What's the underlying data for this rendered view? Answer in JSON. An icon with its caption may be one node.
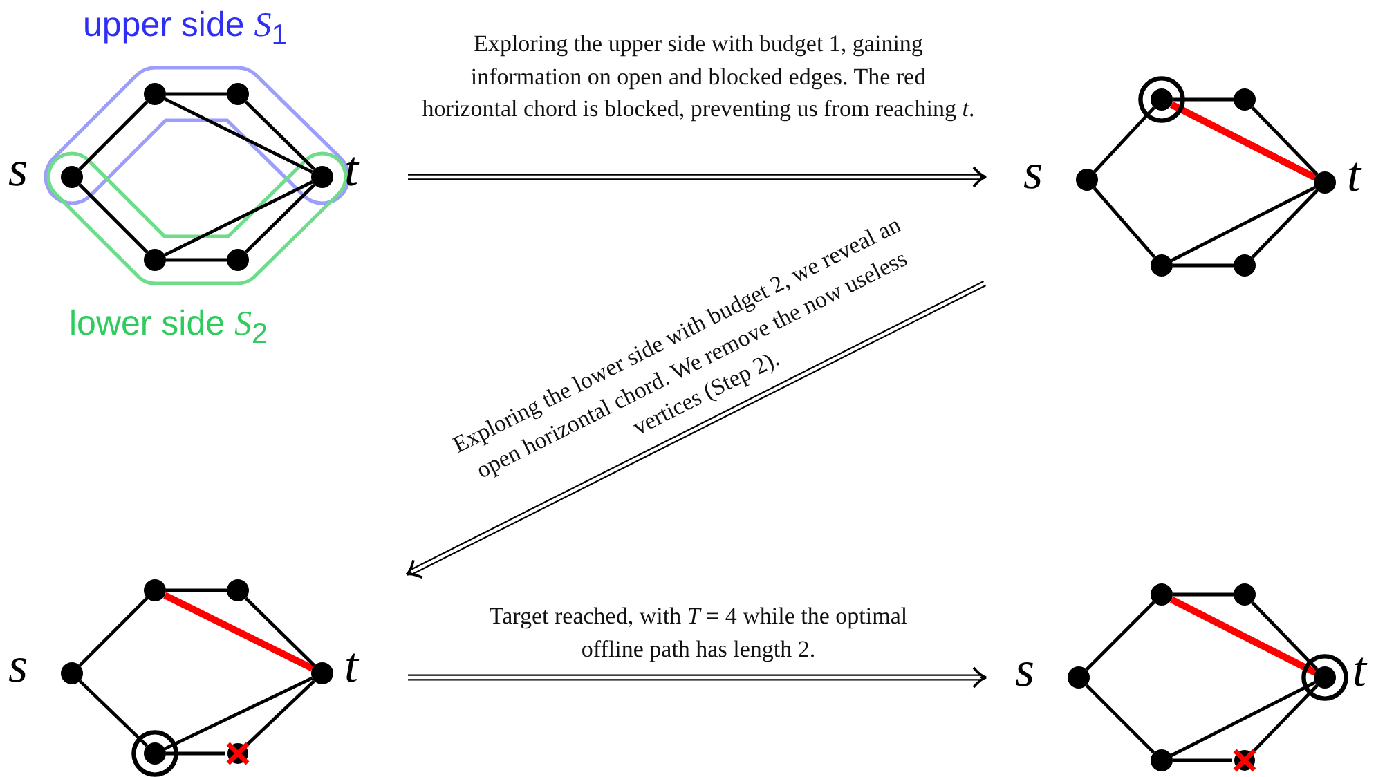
{
  "diagram": {
    "nodes": [
      {
        "text": [],
        "shape": "circle",
        "beside": [
          "s"
        ]
      },
      {
        "text": [],
        "shape": "circle"
      },
      {
        "text": [],
        "shape": "circle"
      },
      {
        "text": [],
        "shape": "circle",
        "beside": [
          "t"
        ]
      },
      {
        "text": [],
        "shape": "circle"
      },
      {
        "text": [],
        "shape": "circle"
      },
      {
        "text": [],
        "shape": "circle",
        "beside": [
          "s"
        ]
      },
      {
        "text": [],
        "shape": "bullseye"
      },
      {
        "text": [],
        "shape": "circle"
      },
      {
        "text": [],
        "shape": "circle",
        "beside": [
          "t"
        ]
      },
      {
        "text": [],
        "shape": "circle"
      },
      {
        "text": [],
        "shape": "circle"
      },
      {
        "text": [],
        "shape": "circle",
        "beside": [
          "s"
        ]
      },
      {
        "text": [],
        "shape": "circle"
      },
      {
        "text": [],
        "shape": "circle"
      },
      {
        "text": [],
        "shape": "circle",
        "beside": [
          "t"
        ]
      },
      {
        "text": [],
        "shape": "bullseye"
      },
      {
        "text": [],
        "shape": "cross"
      },
      {
        "text": [],
        "shape": "circle",
        "beside": [
          "s"
        ]
      },
      {
        "text": [],
        "shape": "circle"
      },
      {
        "text": [],
        "shape": "circle"
      },
      {
        "text": [],
        "shape": "bullseye",
        "beside": [
          "t"
        ]
      },
      {
        "text": [],
        "shape": "circle"
      },
      {
        "text": [],
        "shape": "cross"
      }
    ],
    "edges": [
      {
        "from": 0,
        "to": 1,
        "arrow": "none"
      },
      {
        "from": 1,
        "to": 2,
        "arrow": "none"
      },
      {
        "from": 2,
        "to": 3,
        "arrow": "none"
      },
      {
        "from": 1,
        "to": 3,
        "arrow": "none"
      },
      {
        "from": 0,
        "to": 4,
        "arrow": "none"
      },
      {
        "from": 4,
        "to": 5,
        "arrow": "none"
      },
      {
        "from": 5,
        "to": 3,
        "arrow": "none"
      },
      {
        "from": 4,
        "to": 3,
        "arrow": "none"
      },
      {
        "from": 6,
        "to": 7,
        "arrow": "none"
      },
      {
        "from": 7,
        "to": 8,
        "arrow": "none"
      },
      {
        "from": 7,
        "to": 9,
        "arrow": "none",
        "style": "thick",
        "color": "#ff0000"
      },
      {
        "from": 8,
        "to": 9,
        "arrow": "none"
      },
      {
        "from": 6,
        "to": 10,
        "arrow": "none"
      },
      {
        "from": 10,
        "to": 11,
        "arrow": "none"
      },
      {
        "from": 11,
        "to": 9,
        "arrow": "none"
      },
      {
        "from": 10,
        "to": 9,
        "arrow": "none"
      },
      {
        "from": 12,
        "to": 13,
        "arrow": "none"
      },
      {
        "from": 13,
        "to": 14,
        "arrow": "none"
      },
      {
        "from": 13,
        "to": 15,
        "arrow": "none",
        "style": "thick",
        "color": "#ff0000"
      },
      {
        "from": 14,
        "to": 15,
        "arrow": "none"
      },
      {
        "from": 12,
        "to": 16,
        "arrow": "none"
      },
      {
        "from": 16,
        "to": 17,
        "arrow": "none"
      },
      {
        "from": 17,
        "to": 15,
        "arrow": "none"
      },
      {
        "from": 16,
        "to": 15,
        "arrow": "none"
      },
      {
        "from": 18,
        "to": 19,
        "arrow": "none"
      },
      {
        "from": 19,
        "to": 20,
        "arrow": "none"
      },
      {
        "from": 19,
        "to": 21,
        "arrow": "none",
        "style": "thick",
        "color": "#ff0000"
      },
      {
        "from": 20,
        "to": 21,
        "arrow": "none"
      },
      {
        "from": 18,
        "to": 22,
        "arrow": "none"
      },
      {
        "from": 22,
        "to": 23,
        "arrow": "none"
      },
      {
        "from": 23,
        "to": 21,
        "arrow": "none"
      },
      {
        "from": 22,
        "to": 21,
        "arrow": "none"
      }
    ],
    "labels": [
      "upper side *S*$_{1}$",
      "Exploring the upper side with budget 1, gaining information on open and blocked edges. The red horizontal chord is blocked, preventing us from reaching *t*.",
      "lower side *S*$_{2}$",
      "Exploring the lower side with budget 2, we reveal an open horizontal chord. We remove the now useless vertices (Step 2).",
      "Target reached, with *T* = 4 while the optimal offline path has length 2."
    ]
  }
}
